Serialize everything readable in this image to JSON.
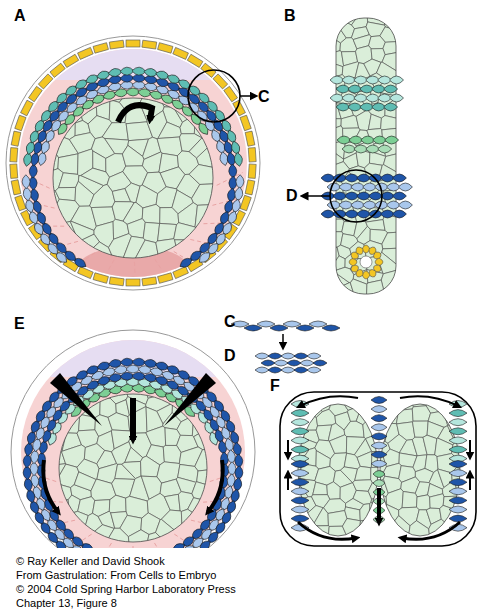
{
  "diagram": {
    "labels": [
      "A",
      "B",
      "C",
      "D",
      "C",
      "D",
      "E",
      "F",
      "© Ray Keller and David Shook",
      "From Gastrulation: From Cells to Embryo",
      "© 2004 Cold Spring Harbor Laboratory Press",
      "Chapter 13, Figure 8"
    ]
  }
}
